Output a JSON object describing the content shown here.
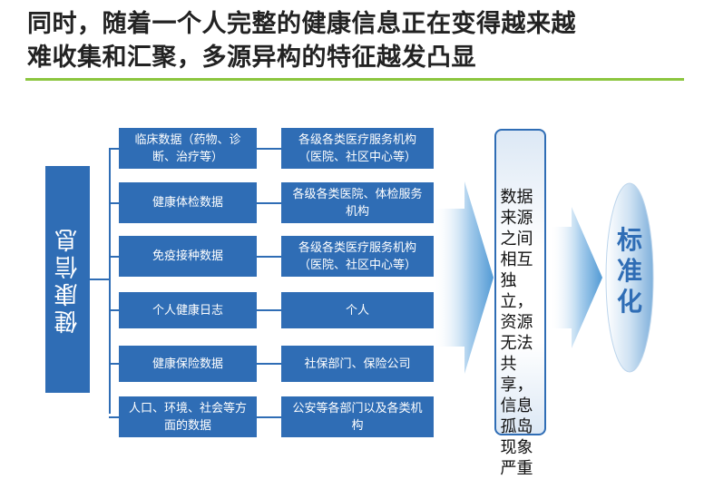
{
  "title": {
    "line1": "同时，随着一个人完整的健康信息正在变得越来越",
    "line2": "难收集和汇聚，多源异构的特征越发凸显"
  },
  "root_label": "健康信息",
  "rows": [
    {
      "data": "临床数据（药物、诊断、治疗等）",
      "source": "各级各类医疗服务机构（医院、社区中心等）"
    },
    {
      "data": "健康体检数据",
      "source": "各级各类医院、体检服务机构"
    },
    {
      "data": "免疫接种数据",
      "source": "各级各类医疗服务机构（医院、社区中心等）"
    },
    {
      "data": "个人健康日志",
      "source": "个人"
    },
    {
      "data": "健康保险数据",
      "source": "社保部门、保险公司"
    },
    {
      "data": "人口、环境、社会等方面的数据",
      "source": "公安等各部门以及各类机构"
    }
  ],
  "result_text": "数据来源之间相互独立，资源无法共享，信息孤岛现象严重",
  "standardize_label": "标准化",
  "colors": {
    "accent": "#2f6db5",
    "rule": "#8cc63f"
  }
}
